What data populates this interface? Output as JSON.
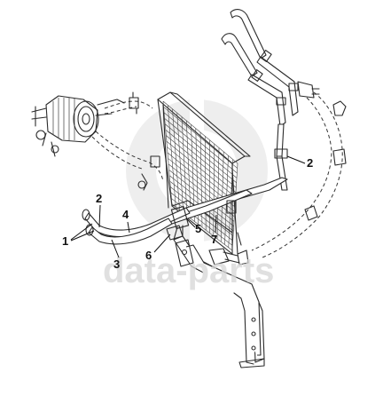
{
  "diagram": {
    "callouts": [
      {
        "id": "c1",
        "label": "1"
      },
      {
        "id": "c2a",
        "label": "2"
      },
      {
        "id": "c2b",
        "label": "2"
      },
      {
        "id": "c3",
        "label": "3"
      },
      {
        "id": "c4",
        "label": "4"
      },
      {
        "id": "c5",
        "label": "5"
      },
      {
        "id": "c6",
        "label": "6"
      },
      {
        "id": "c7",
        "label": "7"
      }
    ]
  },
  "watermark": {
    "text": "data-parts",
    "icon": "watermark-logo-icon",
    "color": "#d6d6d6"
  }
}
